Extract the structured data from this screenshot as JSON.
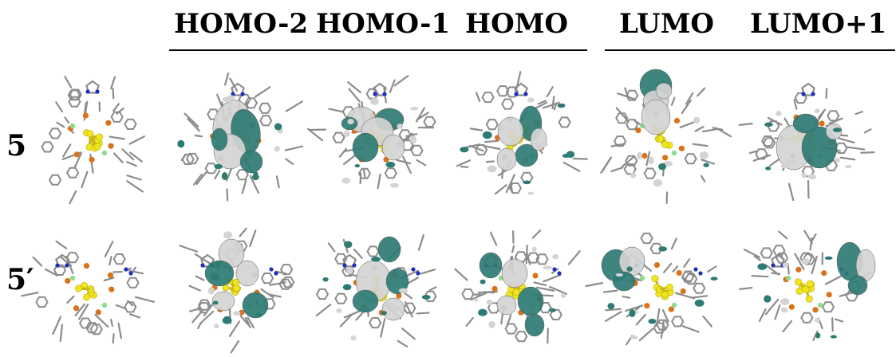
{
  "columns": [
    "HOMO-2",
    "HOMO-1",
    "HOMO",
    "LUMO",
    "LUMO+1"
  ],
  "rows": [
    "5",
    "5′"
  ],
  "colors": {
    "carbon": "#8c8c8c",
    "gold": "#f0e61e",
    "phosphorus": "#d9721a",
    "nitrogen": "#1f2ec0",
    "fluorine": "#8fdc8f",
    "orbital_positive": "#2e7b74",
    "orbital_negative": "#d4d4d4"
  }
}
